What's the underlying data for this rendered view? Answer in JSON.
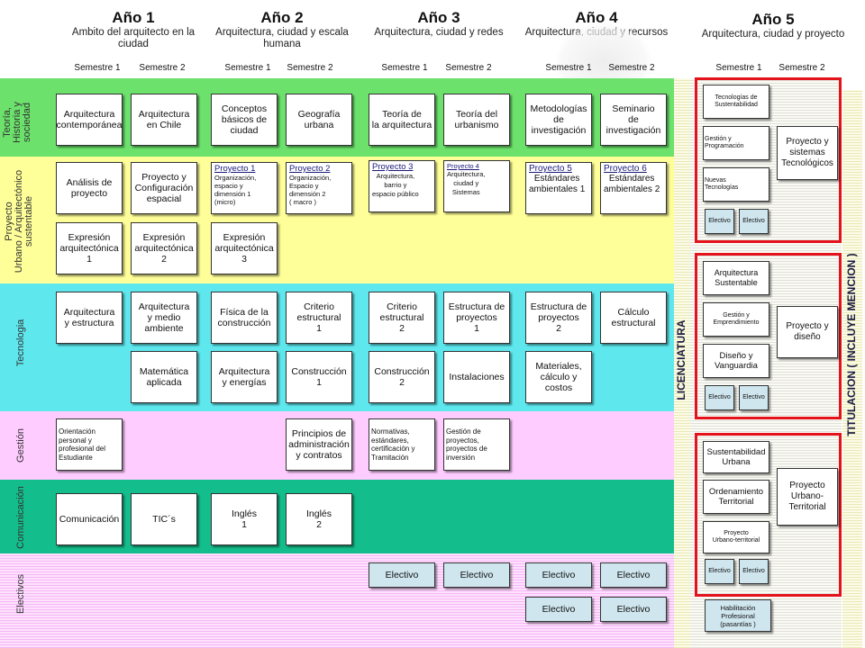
{
  "years": [
    {
      "title": "Año 1",
      "subtitle": "Ambito del arquitecto en la ciudad"
    },
    {
      "title": "Año 2",
      "subtitle": "Arquitectura, ciudad y escala humana"
    },
    {
      "title": "Año 3",
      "subtitle": "Arquitectura, ciudad y redes"
    },
    {
      "title": "Año 4",
      "subtitle": "Arquitectura, ciudad y recursos"
    },
    {
      "title": "Año 5",
      "subtitle": "Arquitectura, ciudad y proyecto"
    }
  ],
  "semesters": {
    "s1": "Semestre 1",
    "s2": "Semestre 2"
  },
  "rows": {
    "teoria": "Teoría,\nHistoria y\nsociedad",
    "proyecto": "Proyecto\nUrbano / Arquitectónico\nsustentable",
    "tecnologia": "Tecnologia",
    "gestion": "Gestión",
    "comunicacion": "Comunicación",
    "electivos": "Electivos"
  },
  "colors": {
    "teoria": "#6ce26c",
    "proyecto": "#ffff99",
    "tecnologia": "#5ee8ee",
    "gestion": "#ffccff",
    "comunicacion": "#14be8c",
    "electivos": "#ffccff",
    "frame": "#e4131b"
  },
  "courses": {
    "arq_contemporanea": "Arquitectura\ncontemporánea",
    "arq_chile": "Arquitectura\nen Chile",
    "conceptos": "Conceptos\nbásicos de\nciudad",
    "geografia": "Geografía\nurbana",
    "teoria_arq": "Teoría de\nla arquitectura",
    "teoria_urb": "Teoría del\nurbanismo",
    "metodologias": "Metodologías\nde\ninvestigación",
    "seminario": "Seminario\nde\ninvestigación",
    "analisis": "Análisis de\nproyecto",
    "proy_config": "Proyecto y\nConfiguración\nespacial",
    "p1_title": "Proyecto 1",
    "p1_body": "Organización,\nespacio y\ndimensión 1\n(micro)",
    "p2_title": "Proyecto 2",
    "p2_body": "Organización,\nEspacio y\ndimensión 2\n( macro )",
    "p3_title": "Proyecto 3",
    "p3_body": "Arquitectura,\nbarrio y\nespacio público",
    "p4_title": "Proyecto 4",
    "p4_body": "Arquitectura,\nciudad y\nSistemas",
    "p5_title": "Proyecto 5",
    "p5_body": "Estándares\nambientales 1",
    "p6_title": "Proyecto 6",
    "p6_body": "Estándares\nambientales 2",
    "expr1": "Expresión\narquitectónica\n1",
    "expr2": "Expresión\narquitectónica\n2",
    "expr3": "Expresión\narquitectónica\n3",
    "arq_estructura": "Arquitectura\ny estructura",
    "arq_medio": "Arquitectura\ny medio\nambiente",
    "fisica": "Física de la\nconstrucción",
    "criterio1": "Criterio\nestructural\n1",
    "criterio2": "Criterio\nestructural\n2",
    "estructura1": "Estructura de\nproyectos\n1",
    "estructura2": "Estructura de\nproyectos\n2",
    "calculo": "Cálculo\nestructural",
    "matematica": "Matemática\naplicada",
    "arq_energias": "Arquitectura\ny energías",
    "construccion1": "Construcción\n1",
    "construccion2": "Construcción\n2",
    "instalaciones": "Instalaciones",
    "materiales": "Materiales,\ncálculo y\ncostos",
    "orientacion": "Orientación\npersonal y\nprofesional del\nEstudiante",
    "principios": "Principios de\nadministración\ny contratos",
    "normativas": "Normativas,\nestándares,\ncertificación y\nTramitación",
    "gestion_proy": "Gestión de\nproyectos,\nproyectos de\ninversión",
    "comunicacion": "Comunicación",
    "tics": "TIC´s",
    "ingles1": "Inglés\n1",
    "ingles2": "Inglés\n2",
    "electivo": "Electivo"
  },
  "year5": {
    "m1": {
      "tec_sust": "Tecnologías de\nSustentabilidad",
      "gestion_prog": "Gestión y\nProgramación",
      "nuevas": "Nuevas\nTecnologías",
      "proyecto": "Proyecto y\nsistemas\nTecnológicos"
    },
    "m2": {
      "arq_sust": "Arquitectura\nSustentable",
      "gestion_emp": "Gestión y\nEmprendimiento",
      "diseno": "Diseño y\nVanguardia",
      "proyecto": "Proyecto y\ndiseño"
    },
    "m3": {
      "sust_urbana": "Sustentabilidad\nUrbana",
      "ordenamiento": "Ordenamiento\nTerritorial",
      "proy_ut": "Proyecto\nUrbano-territorial",
      "proyecto": "Proyecto\nUrbano-\nTerritorial"
    },
    "electivo": "Electivo",
    "habilitacion": "Habilitación\nProfesional\n(pasantías )"
  },
  "side": {
    "licenciatura": "LICENCIATURA",
    "titulacion": "TITULACION     ( INCLUYE  MENCION )"
  }
}
